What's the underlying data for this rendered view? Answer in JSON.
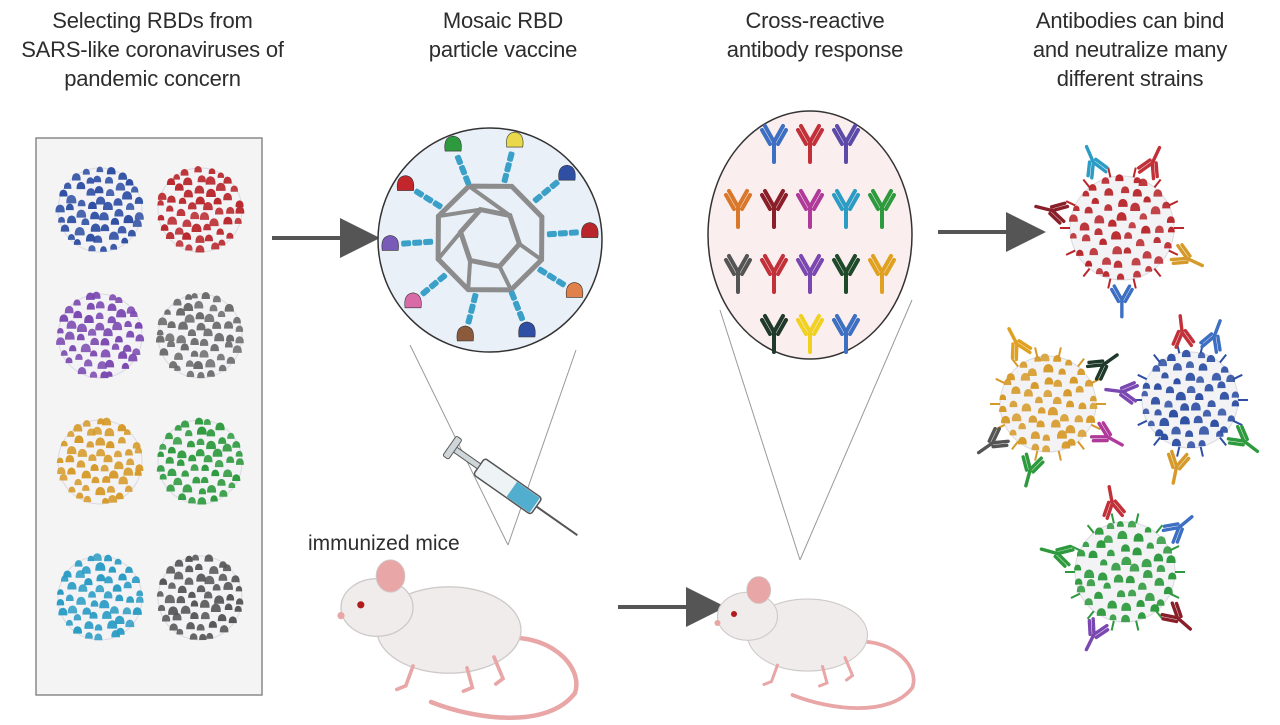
{
  "steps": [
    {
      "lines": [
        "Selecting RBDs from",
        "SARS-like coronaviruses of",
        "pandemic concern"
      ]
    },
    {
      "lines": [
        "Mosaic RBD",
        "particle vaccine"
      ]
    },
    {
      "lines": [
        "Cross-reactive",
        "antibody response"
      ]
    },
    {
      "lines": [
        "Antibodies can bind",
        "and neutralize many",
        "different strains"
      ]
    }
  ],
  "mice_label": "immunized mice",
  "colors": {
    "virus_strains": [
      "#2e4fa3",
      "#b8262b",
      "#7a48b0",
      "#6a6a6a",
      "#d69a2a",
      "#2e9a3e",
      "#2b9cc4",
      "#555555"
    ],
    "antibody_rows": [
      [
        "#3d6fc2",
        "#c2303a",
        "#5b4aa8"
      ],
      [
        "#d9782a",
        "#8a1f2a",
        "#b03a9a",
        "#2b9cc4",
        "#2e9a3e"
      ],
      [
        "#555555",
        "#c2303a",
        "#7a48b0",
        "#1f4a2a",
        "#e0a020"
      ],
      [
        "#1f3a2a",
        "#f0d020",
        "#3d6fc2"
      ]
    ],
    "rbd_tips": [
      "#e8d84a",
      "#2e4fa3",
      "#b8262b",
      "#e0804a",
      "#2e4fa3",
      "#8a5a3a",
      "#d86aa8",
      "#7a5ab8",
      "#c2262b",
      "#2e9a3e"
    ],
    "arrow": "#555555",
    "mouse_body": "#efeceb",
    "mouse_pink": "#e9a6a6"
  },
  "icons": [
    "virus-icon",
    "nanoparticle-icon",
    "antibody-icon",
    "syringe-icon",
    "mouse-icon",
    "arrow-icon"
  ]
}
